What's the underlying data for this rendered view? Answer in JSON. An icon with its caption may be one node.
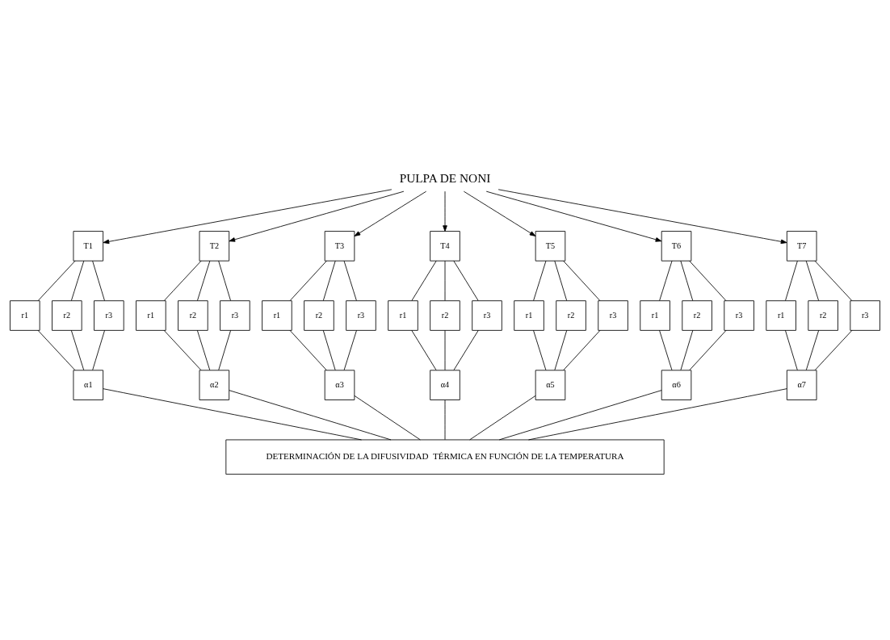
{
  "diagram": {
    "nodes": [
      {
        "text": [
          "PULPA DE NONI"
        ]
      },
      {
        "text": [
          "T1"
        ]
      },
      {
        "text": [
          "T2"
        ]
      },
      {
        "text": [
          "T3"
        ]
      },
      {
        "text": [
          "T4"
        ]
      },
      {
        "text": [
          "T5"
        ]
      },
      {
        "text": [
          "T6"
        ]
      },
      {
        "text": [
          "T7"
        ]
      },
      {
        "text": [
          "r1"
        ]
      },
      {
        "text": [
          "r2"
        ]
      },
      {
        "text": [
          "r3"
        ]
      },
      {
        "text": [
          "r1"
        ]
      },
      {
        "text": [
          "r2"
        ]
      },
      {
        "text": [
          "r3"
        ]
      },
      {
        "text": [
          "r1"
        ]
      },
      {
        "text": [
          "r2"
        ]
      },
      {
        "text": [
          "r3"
        ]
      },
      {
        "text": [
          "r1"
        ]
      },
      {
        "text": [
          "r2"
        ]
      },
      {
        "text": [
          "r3"
        ]
      },
      {
        "text": [
          "r1"
        ]
      },
      {
        "text": [
          "r2"
        ]
      },
      {
        "text": [
          "r3"
        ]
      },
      {
        "text": [
          "r1"
        ]
      },
      {
        "text": [
          "r2"
        ]
      },
      {
        "text": [
          "r3"
        ]
      },
      {
        "text": [
          "r1"
        ]
      },
      {
        "text": [
          "r2"
        ]
      },
      {
        "text": [
          "r3"
        ]
      },
      {
        "text": [
          "α1"
        ]
      },
      {
        "text": [
          "α2"
        ]
      },
      {
        "text": [
          "α3"
        ]
      },
      {
        "text": [
          "α4"
        ]
      },
      {
        "text": [
          "α5"
        ]
      },
      {
        "text": [
          "α6"
        ]
      },
      {
        "text": [
          "α7"
        ]
      },
      {
        "text": [
          "DETERMINACIÓN DE LA DIFUSIVIDAD  TÉRMICA EN FUNCIÓN DE LA TEMPERATURA"
        ]
      }
    ],
    "edges": [
      {
        "from": 0,
        "to": 1,
        "arrow": "to"
      },
      {
        "from": 0,
        "to": 2,
        "arrow": "to"
      },
      {
        "from": 0,
        "to": 3,
        "arrow": "to"
      },
      {
        "from": 0,
        "to": 4,
        "arrow": "to"
      },
      {
        "from": 0,
        "to": 5,
        "arrow": "to"
      },
      {
        "from": 0,
        "to": 6,
        "arrow": "to"
      },
      {
        "from": 0,
        "to": 7,
        "arrow": "to"
      },
      {
        "from": 1,
        "to": 8,
        "arrow": "none"
      },
      {
        "from": 1,
        "to": 9,
        "arrow": "none"
      },
      {
        "from": 1,
        "to": 10,
        "arrow": "none"
      },
      {
        "from": 2,
        "to": 11,
        "arrow": "none"
      },
      {
        "from": 2,
        "to": 12,
        "arrow": "none"
      },
      {
        "from": 2,
        "to": 13,
        "arrow": "none"
      },
      {
        "from": 3,
        "to": 14,
        "arrow": "none"
      },
      {
        "from": 3,
        "to": 15,
        "arrow": "none"
      },
      {
        "from": 3,
        "to": 16,
        "arrow": "none"
      },
      {
        "from": 4,
        "to": 17,
        "arrow": "none"
      },
      {
        "from": 4,
        "to": 18,
        "arrow": "none"
      },
      {
        "from": 4,
        "to": 19,
        "arrow": "none"
      },
      {
        "from": 5,
        "to": 20,
        "arrow": "none"
      },
      {
        "from": 5,
        "to": 21,
        "arrow": "none"
      },
      {
        "from": 5,
        "to": 22,
        "arrow": "none"
      },
      {
        "from": 6,
        "to": 23,
        "arrow": "none"
      },
      {
        "from": 6,
        "to": 24,
        "arrow": "none"
      },
      {
        "from": 6,
        "to": 25,
        "arrow": "none"
      },
      {
        "from": 7,
        "to": 26,
        "arrow": "none"
      },
      {
        "from": 7,
        "to": 27,
        "arrow": "none"
      },
      {
        "from": 7,
        "to": 28,
        "arrow": "none"
      },
      {
        "from": 8,
        "to": 29,
        "arrow": "none"
      },
      {
        "from": 9,
        "to": 29,
        "arrow": "none"
      },
      {
        "from": 10,
        "to": 29,
        "arrow": "none"
      },
      {
        "from": 11,
        "to": 30,
        "arrow": "none"
      },
      {
        "from": 12,
        "to": 30,
        "arrow": "none"
      },
      {
        "from": 13,
        "to": 30,
        "arrow": "none"
      },
      {
        "from": 14,
        "to": 31,
        "arrow": "none"
      },
      {
        "from": 15,
        "to": 31,
        "arrow": "none"
      },
      {
        "from": 16,
        "to": 31,
        "arrow": "none"
      },
      {
        "from": 17,
        "to": 32,
        "arrow": "none"
      },
      {
        "from": 18,
        "to": 32,
        "arrow": "none"
      },
      {
        "from": 19,
        "to": 32,
        "arrow": "none"
      },
      {
        "from": 20,
        "to": 33,
        "arrow": "none"
      },
      {
        "from": 21,
        "to": 33,
        "arrow": "none"
      },
      {
        "from": 22,
        "to": 33,
        "arrow": "none"
      },
      {
        "from": 23,
        "to": 34,
        "arrow": "none"
      },
      {
        "from": 24,
        "to": 34,
        "arrow": "none"
      },
      {
        "from": 25,
        "to": 34,
        "arrow": "none"
      },
      {
        "from": 26,
        "to": 35,
        "arrow": "none"
      },
      {
        "from": 27,
        "to": 35,
        "arrow": "none"
      },
      {
        "from": 28,
        "to": 35,
        "arrow": "none"
      },
      {
        "from": 29,
        "to": 36,
        "arrow": "none"
      },
      {
        "from": 30,
        "to": 36,
        "arrow": "none"
      },
      {
        "from": 31,
        "to": 36,
        "arrow": "none"
      },
      {
        "from": 32,
        "to": 36,
        "arrow": "none"
      },
      {
        "from": 33,
        "to": 36,
        "arrow": "none"
      },
      {
        "from": 34,
        "to": 36,
        "arrow": "none"
      },
      {
        "from": 35,
        "to": 36,
        "arrow": "none"
      }
    ]
  }
}
